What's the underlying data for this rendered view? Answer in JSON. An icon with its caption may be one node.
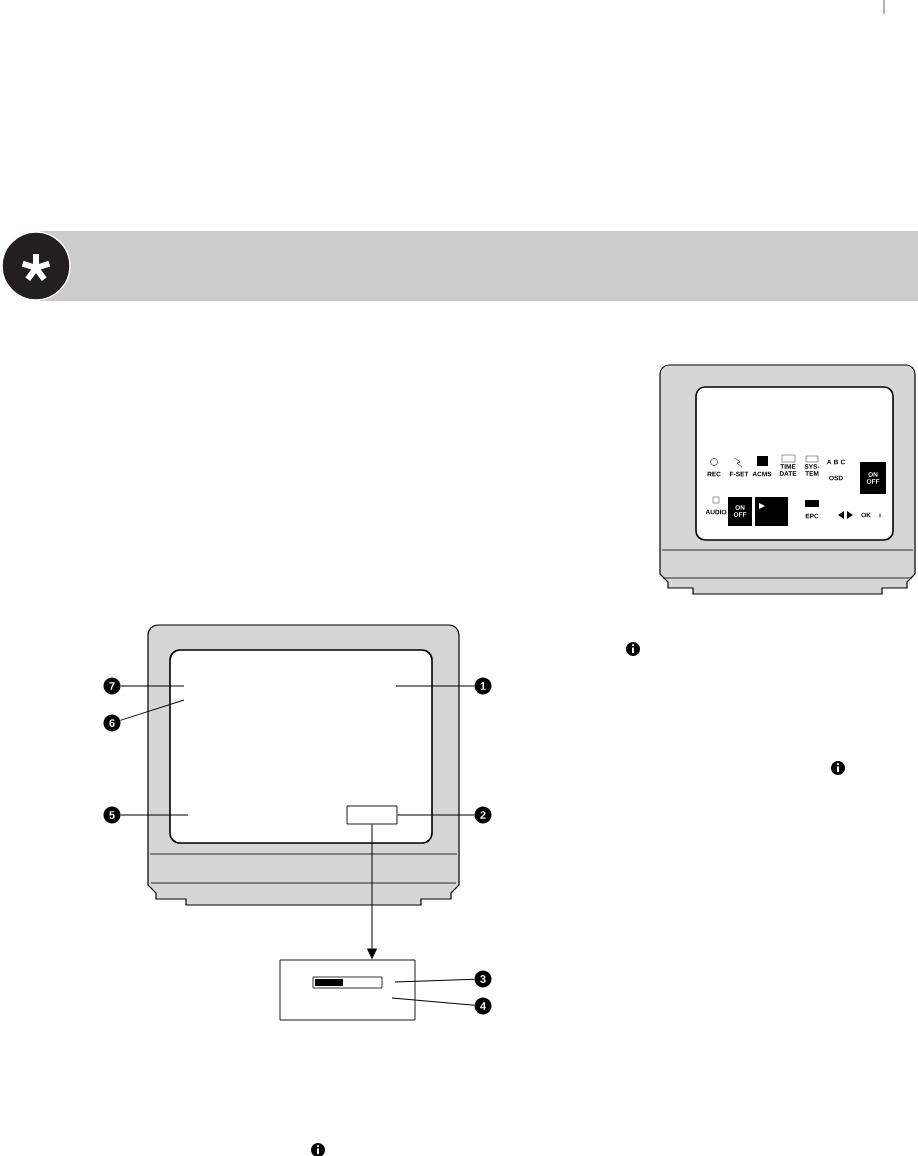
{
  "diagram": {
    "nodes": [
      {
        "text": [
          "1"
        ]
      },
      {
        "text": [
          "2"
        ]
      },
      {
        "text": [
          "3"
        ]
      },
      {
        "text": [
          "4"
        ]
      },
      {
        "text": [
          "5"
        ]
      },
      {
        "text": [
          "6"
        ]
      },
      {
        "text": [
          "7"
        ]
      },
      {
        "text": [],
        "shape": "television"
      },
      {
        "text": [],
        "shape": "box",
        "in": 7
      },
      {
        "text": [],
        "shape": "box"
      }
    ],
    "edges": [
      {
        "from": 0,
        "to": 7,
        "arrow": "none"
      },
      {
        "from": 1,
        "to": 8,
        "arrow": "none"
      },
      {
        "from": 2,
        "to": 9,
        "arrow": "none"
      },
      {
        "from": 3,
        "to": 9,
        "arrow": "none"
      },
      {
        "from": 4,
        "to": 7,
        "arrow": "none"
      },
      {
        "from": 5,
        "to": 7,
        "arrow": "none"
      },
      {
        "from": 6,
        "to": 7,
        "arrow": "none"
      },
      {
        "from": 8,
        "to": 9,
        "arrow": "to"
      }
    ],
    "labels": [
      "REC",
      "F-SET",
      "ACMS",
      "TIME DATE",
      "SYS- TEM",
      "A B C",
      "OSD",
      "ON OFF",
      "AUDIO",
      "ON OFF",
      "EPC",
      "OK",
      "i"
    ]
  }
}
